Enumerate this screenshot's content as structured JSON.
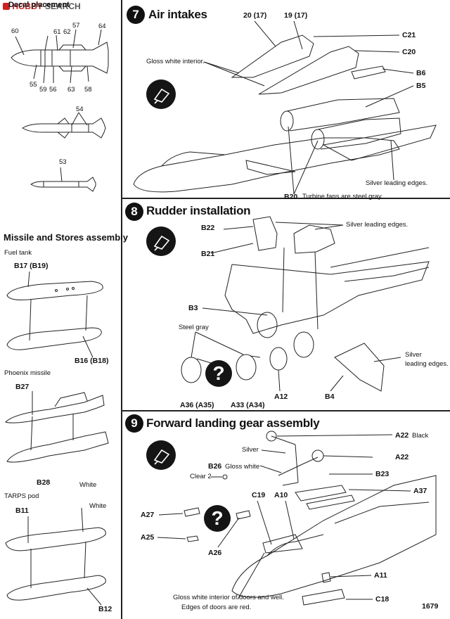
{
  "watermark": {
    "brand": "HOBBY",
    "word": "SEARCH"
  },
  "left": {
    "decal_title": "Decal placement",
    "missile_callouts": {
      "c60": "60",
      "c61": "61",
      "c62": "62",
      "c57": "57",
      "c64": "64",
      "c55": "55",
      "c59": "59",
      "c56": "56",
      "c63": "63",
      "c58": "58",
      "c54": "54",
      "c53": "53"
    },
    "stores_title": "Missile and Stores assembly",
    "fuel_tank": {
      "title": "Fuel tank",
      "top": "B17 (B19)",
      "bottom": "B16 (B18)"
    },
    "phoenix": {
      "title": "Phoenix missile",
      "top": "B27",
      "bottom": "B28",
      "paint": "White"
    },
    "tarps": {
      "title": "TARPS pod",
      "top": "B11",
      "paint": "White",
      "bottom": "B12"
    }
  },
  "step7": {
    "number": "7",
    "title": "Air intakes",
    "p1": "20 (17)",
    "p2": "19 (17)",
    "c21": "C21",
    "c20": "C20",
    "b6": "B6",
    "b5": "B5",
    "gloss_note": "Gloss white interior.",
    "silver_note": "Silver leading edges.",
    "b20": "B20",
    "turbine_note": "Turbine fans are steel gray."
  },
  "step8": {
    "number": "8",
    "title": "Rudder installation",
    "b22": "B22",
    "b21": "B21",
    "b3": "B3",
    "silver_note": "Silver leading edges.",
    "steel_note": "Steel gray",
    "silver2_a": "Silver",
    "silver2_b": "leading edges.",
    "a36": "A36 (A35)",
    "a33": "A33 (A34)",
    "a12": "A12",
    "b4": "B4"
  },
  "step9": {
    "number": "9",
    "title": "Forward landing gear assembly",
    "a22a": "A22",
    "a22a_note": "Black",
    "silver": "Silver",
    "a22b": "A22",
    "b26": "B26",
    "b26_note": "Gloss white",
    "clear2": "Clear 2",
    "b23": "B23",
    "c19": "C19",
    "a10": "A10",
    "a37": "A37",
    "a27": "A27",
    "a25": "A25",
    "a26": "A26",
    "a11": "A11",
    "note1": "Gloss white interior of doors and well.",
    "note2": "Edges of doors are red.",
    "c18": "C18"
  },
  "page_number": "1679"
}
